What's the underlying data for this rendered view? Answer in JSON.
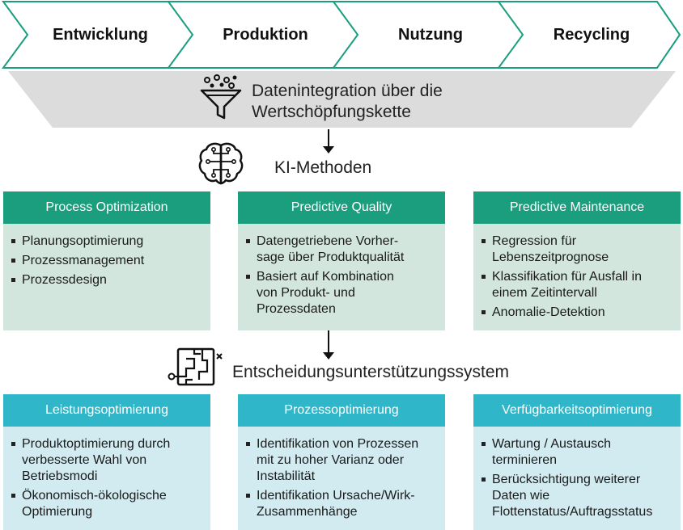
{
  "stages": [
    "Entwicklung",
    "Produktion",
    "Nutzung",
    "Recycling"
  ],
  "integration": {
    "icon": "funnel-icon",
    "line1": "Datenintegration über die",
    "line2": "Wertschöpfungskette"
  },
  "ai": {
    "icon": "brain-circuit-icon",
    "label": "KI-Methoden"
  },
  "ai_boxes": [
    {
      "title": "Process Optimization",
      "items": [
        "Planungsoptimierung",
        "Prozessmanagement",
        "Prozessdesign"
      ]
    },
    {
      "title": "Predictive Quality",
      "items": [
        "Datengetriebene Vorher-\nsage über Produktqualität",
        "Basiert auf Kombination\nvon Produkt- und\nProzessdaten"
      ]
    },
    {
      "title": "Predictive Maintenance",
      "items": [
        "Regression für\nLebenszeitprognose",
        "Klassifikation für Ausfall in\neinem Zeitintervall",
        "Anomalie-Detektion"
      ]
    }
  ],
  "decision": {
    "icon": "maze-icon",
    "label": "Entscheidungsunterstützungssystem"
  },
  "decision_boxes": [
    {
      "title": "Leistungsoptimierung",
      "items": [
        "Produktoptimierung durch\nverbesserte Wahl von\nBetriebsmodi",
        "Ökonomisch-ökologische\nOptimierung"
      ]
    },
    {
      "title": "Prozessoptimierung",
      "items": [
        "Identifikation von Prozessen\nmit zu hoher Varianz oder\nInstabilität",
        "Identifikation Ursache/Wirk-\nZusammenhänge"
      ]
    },
    {
      "title": "Verfügbarkeitsoptimierung",
      "items": [
        "Wartung / Austausch\nterminieren",
        "Berücksichtigung weiterer\nDaten wie\nFlottenstatus/Auftragsstatus"
      ]
    }
  ],
  "colors": {
    "green_header": "#1a9e7e",
    "green_body": "#d2e6dd",
    "cyan_header": "#2fb7c9",
    "cyan_body": "#d2ebf1",
    "chevron_stroke": "#1a9e7e",
    "funnel_band": "#dcdcdc"
  }
}
